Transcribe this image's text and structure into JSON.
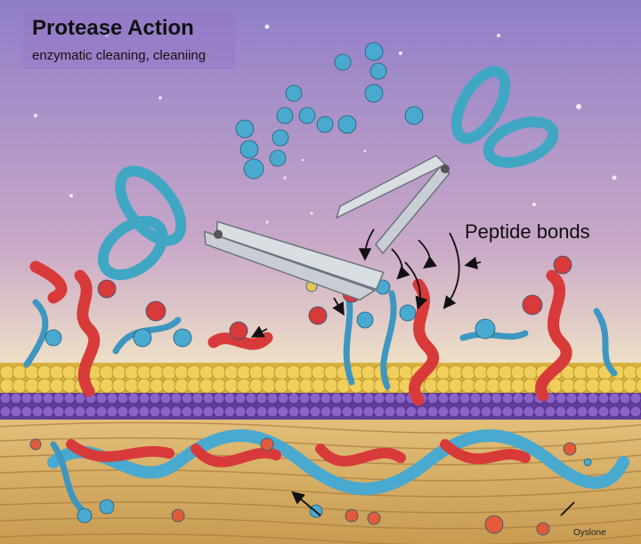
{
  "header": {
    "title": "Protease Action",
    "subtitle": "enzymatic cleaning, cleaniing"
  },
  "labels": {
    "peptide_bonds": "Peptide bonds",
    "corner": "Oyslone"
  },
  "colors": {
    "background_top": "#8f7ec8",
    "background_bottom": "#f3e7c6",
    "protein_blue": "#4aa9cf",
    "protein_red": "#d83a3a",
    "lipid_yellow": "#e7c552",
    "membrane_purple": "#7a53b8",
    "fabric_tan": "#d8b26a",
    "scissor_blade": "#c9ced4",
    "scissor_handle": "#3fa7c4"
  },
  "icons": [
    "scissors-left",
    "scissors-right",
    "arrow",
    "amino-acid-bead",
    "helix-ribbon"
  ]
}
